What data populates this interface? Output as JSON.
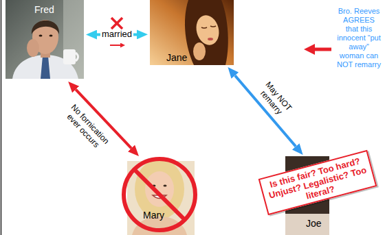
{
  "diagram": {
    "nodes": [
      {
        "text": [
          "Fred"
        ]
      },
      {
        "text": [
          "Jane"
        ]
      },
      {
        "text": [
          "Mary"
        ]
      },
      {
        "text": [
          "Joe"
        ]
      },
      {
        "text": [
          "Is this fair? Too hard? Unjust? Legalistic? Too literal?"
        ]
      }
    ],
    "edges": [
      {
        "from": 0,
        "to": 1,
        "label": "married",
        "arrow": "both"
      },
      {
        "from": 0,
        "to": 2,
        "label": "No fornication ever occurs",
        "arrow": "both"
      },
      {
        "from": 1,
        "to": 3,
        "label": "May NOT remarry",
        "arrow": "both"
      }
    ],
    "labels": [
      "Bro. Reeves AGREES that this innocent “put away” woman can NOT remarry"
    ]
  }
}
